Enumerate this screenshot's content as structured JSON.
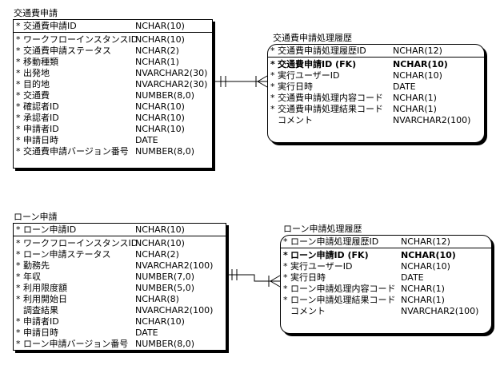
{
  "entities": {
    "travel": {
      "title": "交通費申請",
      "pk": [
        {
          "star": "*",
          "name": "交通費申請ID",
          "type": "NCHAR(10)"
        }
      ],
      "attrs": [
        {
          "star": "*",
          "name": "ワークフローインスタンスID",
          "type": "NCHAR(10)"
        },
        {
          "star": "*",
          "name": "交通費申請ステータス",
          "type": "NCHAR(2)"
        },
        {
          "star": "*",
          "name": "移動種類",
          "type": "NCHAR(1)"
        },
        {
          "star": "*",
          "name": "出発地",
          "type": "NVARCHAR2(30)"
        },
        {
          "star": "*",
          "name": "目的地",
          "type": "NVARCHAR2(30)"
        },
        {
          "star": "*",
          "name": "交通費",
          "type": "NUMBER(8,0)"
        },
        {
          "star": "*",
          "name": "確認者ID",
          "type": "NCHAR(10)"
        },
        {
          "star": "*",
          "name": "承認者ID",
          "type": "NCHAR(10)"
        },
        {
          "star": "*",
          "name": "申請者ID",
          "type": "NCHAR(10)"
        },
        {
          "star": "*",
          "name": "申請日時",
          "type": "DATE"
        },
        {
          "star": "*",
          "name": "交通費申請バージョン番号",
          "type": "NUMBER(8,0)"
        }
      ]
    },
    "travel_history": {
      "title": "交通費申請処理履歴",
      "pk": [
        {
          "star": "*",
          "name": "交通費申請処理履歴ID",
          "type": "NCHAR(12)"
        }
      ],
      "attrs": [
        {
          "star": "*",
          "name": "交通費申請ID (FK)",
          "type": "NCHAR(10)",
          "bold": true
        },
        {
          "star": "*",
          "name": "実行ユーザーID",
          "type": "NCHAR(10)"
        },
        {
          "star": "*",
          "name": "実行日時",
          "type": "DATE"
        },
        {
          "star": "*",
          "name": "交通費申請処理内容コード",
          "type": "NCHAR(1)"
        },
        {
          "star": "*",
          "name": "交通費申請処理結果コード",
          "type": "NCHAR(1)"
        },
        {
          "star": "",
          "name": "コメント",
          "type": "NVARCHAR2(100)"
        }
      ]
    },
    "loan": {
      "title": "ローン申請",
      "pk": [
        {
          "star": "*",
          "name": "ローン申請ID",
          "type": "NCHAR(10)"
        }
      ],
      "attrs": [
        {
          "star": "*",
          "name": "ワークフローインスタンスID",
          "type": "NCHAR(10)"
        },
        {
          "star": "*",
          "name": "ローン申請ステータス",
          "type": "NCHAR(2)"
        },
        {
          "star": "*",
          "name": "勤務先",
          "type": "NVARCHAR2(100)"
        },
        {
          "star": "*",
          "name": "年収",
          "type": "NUMBER(7,0)"
        },
        {
          "star": "*",
          "name": "利用限度額",
          "type": "NUMBER(5,0)"
        },
        {
          "star": "*",
          "name": "利用開始日",
          "type": "NCHAR(8)"
        },
        {
          "star": "",
          "name": "調査結果",
          "type": "NVARCHAR2(100)"
        },
        {
          "star": "*",
          "name": "申請者ID",
          "type": "NCHAR(10)"
        },
        {
          "star": "*",
          "name": "申請日時",
          "type": "DATE"
        },
        {
          "star": "*",
          "name": "ローン申請バージョン番号",
          "type": "NUMBER(8,0)"
        }
      ]
    },
    "loan_history": {
      "title": "ローン申請処理履歴",
      "pk": [
        {
          "star": "*",
          "name": "ローン申請処理履歴ID",
          "type": "NCHAR(12)"
        }
      ],
      "attrs": [
        {
          "star": "*",
          "name": "ローン申請ID (FK)",
          "type": "NCHAR(10)",
          "bold": true
        },
        {
          "star": "*",
          "name": "実行ユーザーID",
          "type": "NCHAR(10)"
        },
        {
          "star": "*",
          "name": "実行日時",
          "type": "DATE"
        },
        {
          "star": "*",
          "name": "ローン申請処理内容コード",
          "type": "NCHAR(1)"
        },
        {
          "star": "*",
          "name": "ローン申請処理結果コード",
          "type": "NCHAR(1)"
        },
        {
          "star": "",
          "name": "コメント",
          "type": "NVARCHAR2(100)"
        }
      ]
    }
  },
  "relationships": [
    {
      "from": "交通費申請",
      "to": "交通費申請処理履歴",
      "cardinality": "one-to-many"
    },
    {
      "from": "ローン申請",
      "to": "ローン申請処理履歴",
      "cardinality": "one-to-many"
    }
  ]
}
